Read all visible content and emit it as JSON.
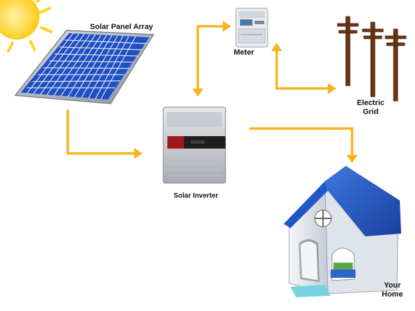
{
  "labels": {
    "panel": "Solar Panel Array",
    "meter": "Meter",
    "inverter": "Solar Inverter",
    "grid_line1": "Electric",
    "grid_line2": "Grid",
    "home_line1": "Your",
    "home_line2": "Home"
  },
  "colors": {
    "arrow": "#f5b51f",
    "sun": "#ffd21c",
    "panel_cell": "#1f4fc2",
    "roof": "#1f57c8",
    "pole": "#6b3416"
  },
  "icons": [
    "sun-icon",
    "solar-panel-icon",
    "meter-icon",
    "inverter-icon",
    "power-pole-icon",
    "house-icon"
  ]
}
